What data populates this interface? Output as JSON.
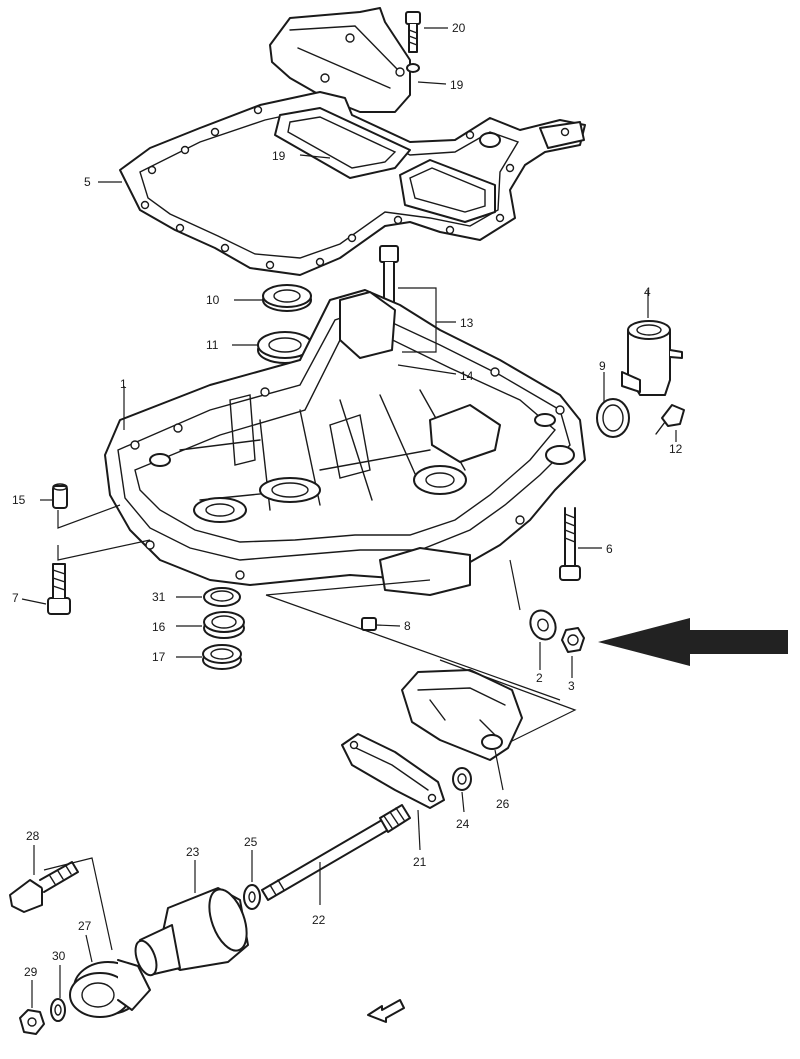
{
  "callouts": [
    {
      "id": "c20a",
      "text": "20"
    },
    {
      "id": "c19a",
      "text": "19"
    },
    {
      "id": "c19b",
      "text": "19"
    },
    {
      "id": "c5",
      "text": "5"
    },
    {
      "id": "c10",
      "text": "10"
    },
    {
      "id": "c11",
      "text": "11"
    },
    {
      "id": "c13",
      "text": "13"
    },
    {
      "id": "c14",
      "text": "14"
    },
    {
      "id": "c4",
      "text": "4"
    },
    {
      "id": "c9",
      "text": "9"
    },
    {
      "id": "c12",
      "text": "12"
    },
    {
      "id": "c1",
      "text": "1"
    },
    {
      "id": "c15",
      "text": "15"
    },
    {
      "id": "c6",
      "text": "6"
    },
    {
      "id": "c7",
      "text": "7"
    },
    {
      "id": "c31",
      "text": "31"
    },
    {
      "id": "c16",
      "text": "16"
    },
    {
      "id": "c17",
      "text": "17"
    },
    {
      "id": "c8",
      "text": "8"
    },
    {
      "id": "c2",
      "text": "2"
    },
    {
      "id": "c3",
      "text": "3"
    },
    {
      "id": "c26",
      "text": "26"
    },
    {
      "id": "c24",
      "text": "24"
    },
    {
      "id": "c21",
      "text": "21"
    },
    {
      "id": "c28",
      "text": "28"
    },
    {
      "id": "c23",
      "text": "23"
    },
    {
      "id": "c25",
      "text": "25"
    },
    {
      "id": "c22",
      "text": "22"
    },
    {
      "id": "c27",
      "text": "27"
    },
    {
      "id": "c29",
      "text": "29"
    },
    {
      "id": "c30",
      "text": "30"
    }
  ],
  "colors": {
    "ink": "#1a1a1a",
    "arrow": "#222222",
    "background": "#ffffff"
  },
  "icons": {
    "pointer_arrow": "arrow-left-icon",
    "front_indicator": "front-direction-arrow-icon"
  }
}
